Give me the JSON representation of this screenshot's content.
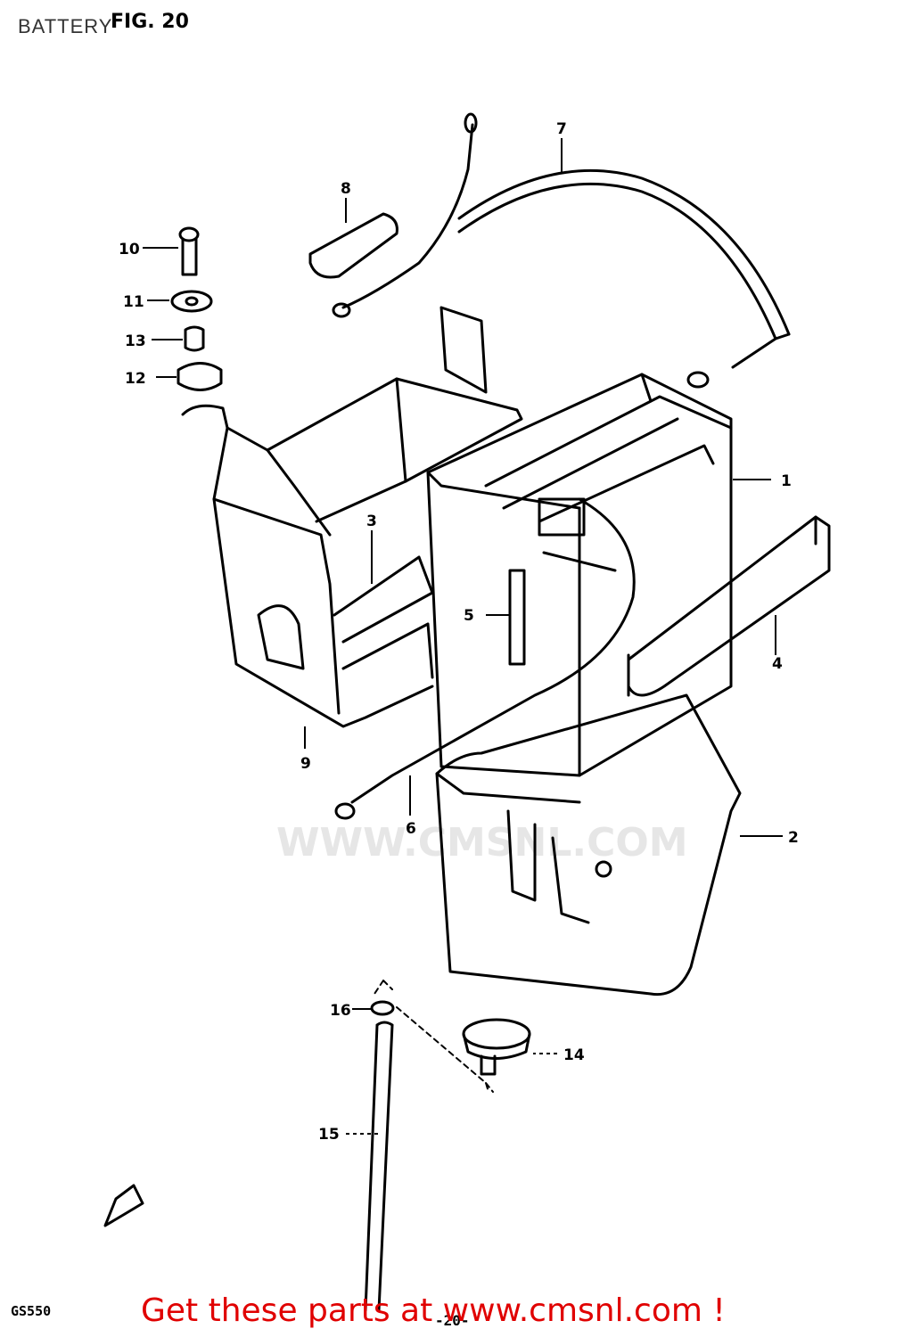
{
  "page": {
    "title": "BATTERY",
    "figure_label": "FIG. 20",
    "model_code": "GS550",
    "page_number": "-20-",
    "footer_link": "Get these parts at www.cmsnl.com !",
    "watermark": "WWW.CMSNL.COM"
  },
  "callouts": [
    "1",
    "2",
    "3",
    "4",
    "5",
    "6",
    "7",
    "8",
    "9",
    "10",
    "11",
    "12",
    "13",
    "14",
    "15",
    "16"
  ],
  "colors": {
    "link": "#e00000",
    "line": "#000000",
    "watermark": "#e6e6e6"
  }
}
